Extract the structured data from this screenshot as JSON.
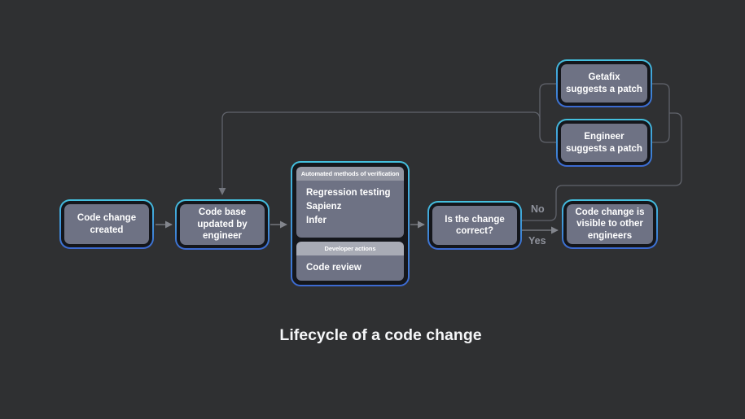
{
  "title": "Lifecycle of a code change",
  "nodes": {
    "created": {
      "label": "Code change\ncreated"
    },
    "updated": {
      "label": "Code base\nupdated by\nengineer"
    },
    "correct": {
      "label": "Is the change\ncorrect?"
    },
    "visible": {
      "label": "Code change is\nvisible to other\nengineers"
    },
    "getafix": {
      "label": "Getafix\nsuggests a patch"
    },
    "engineer": {
      "label": "Engineer\nsuggests a patch"
    }
  },
  "verification_group": {
    "sections": [
      {
        "header": "Automated methods of verification",
        "items": [
          "Regression testing",
          "Sapienz",
          "Infer"
        ]
      },
      {
        "header": "Developer actions",
        "items": [
          "Code review"
        ]
      }
    ]
  },
  "edge_labels": {
    "no": "No",
    "yes": "Yes"
  },
  "edges": [
    {
      "from": "Code change created",
      "to": "Code base updated by engineer"
    },
    {
      "from": "Code base updated by engineer",
      "to": "Automated methods of verification / Developer actions"
    },
    {
      "from": "Automated methods of verification / Developer actions",
      "to": "Is the change correct?"
    },
    {
      "from": "Is the change correct?",
      "to": "Code change is visible to other engineers",
      "label": "Yes"
    },
    {
      "from": "Is the change correct?",
      "to": "Getafix suggests a patch",
      "label": "No"
    },
    {
      "from": "Is the change correct?",
      "to": "Engineer suggests a patch",
      "label": "No"
    },
    {
      "from": "Getafix suggests a patch",
      "to": "Code base updated by engineer"
    },
    {
      "from": "Engineer suggests a patch",
      "to": "Code base updated by engineer"
    }
  ],
  "colors": {
    "background": "#2f3032",
    "ring_gradient_top": "#44c1de",
    "ring_gradient_bottom": "#3c69d1",
    "node_border": "#14161b",
    "node_fill": "#6e7284",
    "section_header_primary": "#9396a2",
    "section_header_secondary": "#a8abb5",
    "arrow": "#82858c",
    "loop_line": "#60636b",
    "node_text": "#ffffff",
    "edge_label_text": "#8f929c"
  }
}
